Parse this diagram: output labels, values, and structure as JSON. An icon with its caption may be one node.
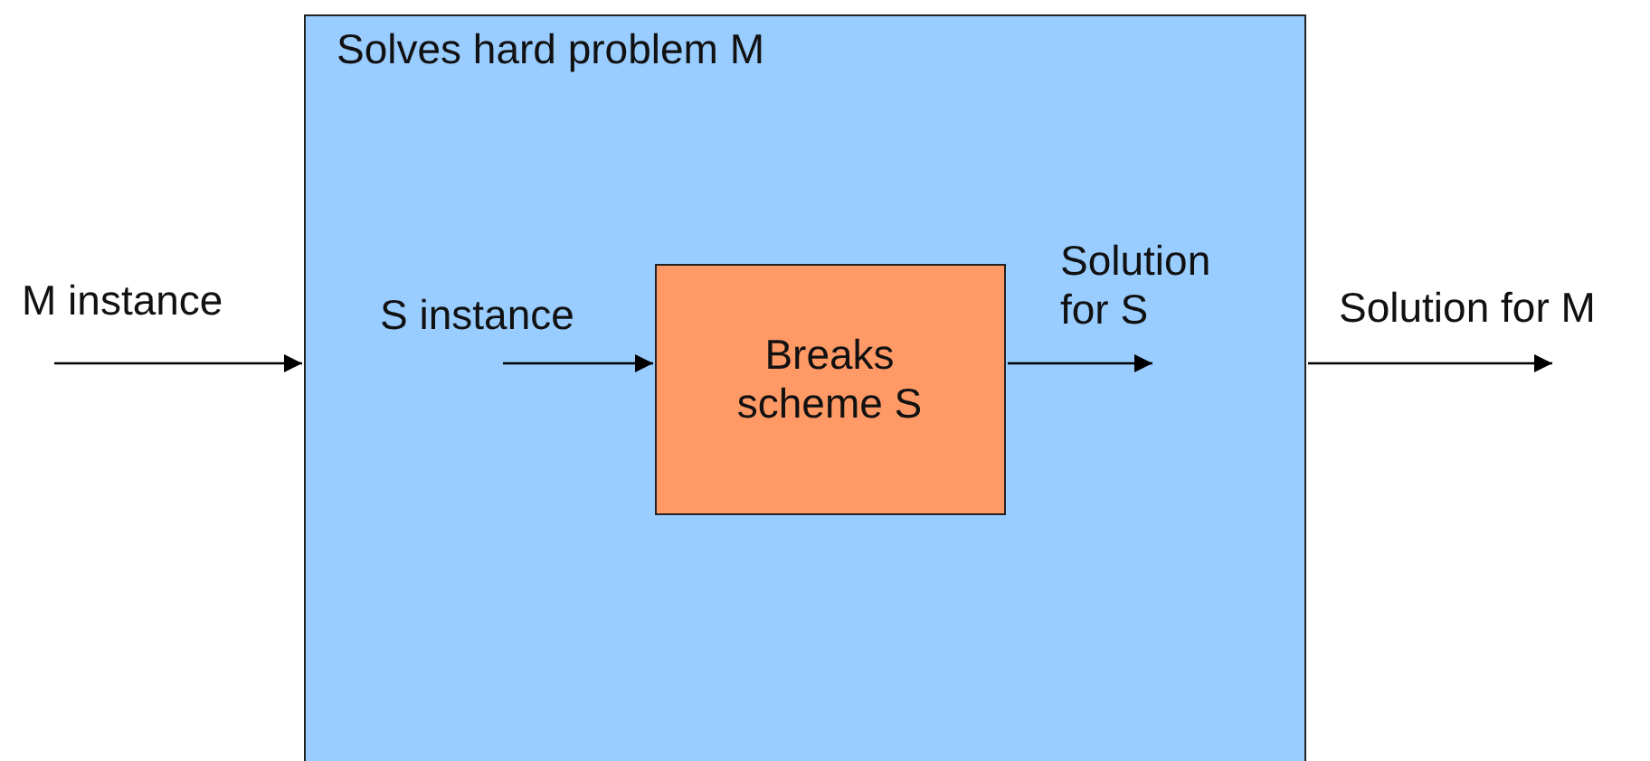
{
  "diagram": {
    "nodes": [
      {
        "text": [
          "Solves hard problem M"
        ]
      },
      {
        "text": [
          "Breaks scheme S"
        ],
        "in": 0
      }
    ],
    "edges": [
      {
        "from": null,
        "to": 0,
        "arrow": "to",
        "label": "M instance"
      },
      {
        "from": null,
        "to": 1,
        "arrow": "to",
        "label": "S instance"
      },
      {
        "from": 1,
        "to": null,
        "arrow": "to",
        "label": "Solution for S"
      },
      {
        "from": 0,
        "to": null,
        "arrow": "to",
        "label": "Solution for M"
      }
    ]
  }
}
